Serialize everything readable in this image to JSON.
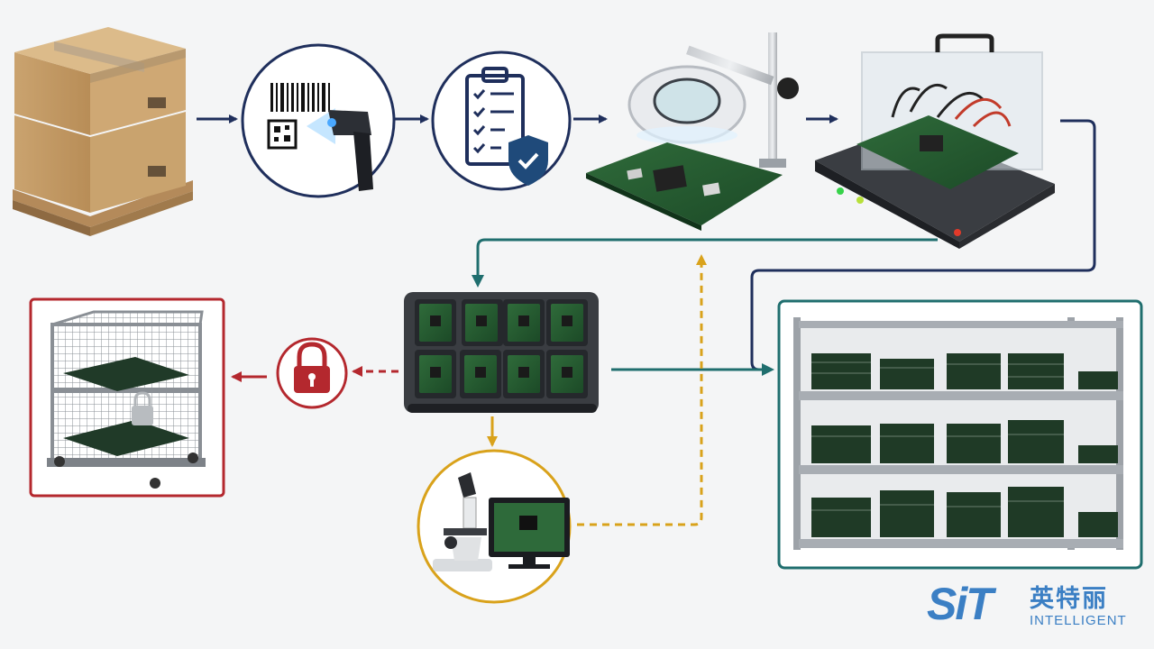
{
  "logo": {
    "mark": "SiT",
    "chinese_name": "英特丽",
    "english_name": "INTELLIGENT",
    "color": "#3b7fc4"
  },
  "icons": {
    "carton-pallet": "cardboard boxes on wooden pallet",
    "barcode-scanner": "barcode and QR code with handheld scanner",
    "checklist-shield": "clipboard checklist with shield check",
    "magnifier-lamp": "illuminated magnifier lamp over PCB",
    "test-fixture": "PCB test fixture with clear cover",
    "pcb-tray": "tray holding eight PCBs",
    "locked-cage": "locked wire cage cart with boards",
    "padlock": "padlock",
    "microscope-monitor": "microscope with monitor",
    "storage-shelf": "shelving rack stacked with PCBs"
  },
  "colors": {
    "navy": "#1f2f5c",
    "teal": "#1f6e6e",
    "red": "#b4282e",
    "gold": "#d9a21b",
    "background": "#f4f5f6"
  }
}
